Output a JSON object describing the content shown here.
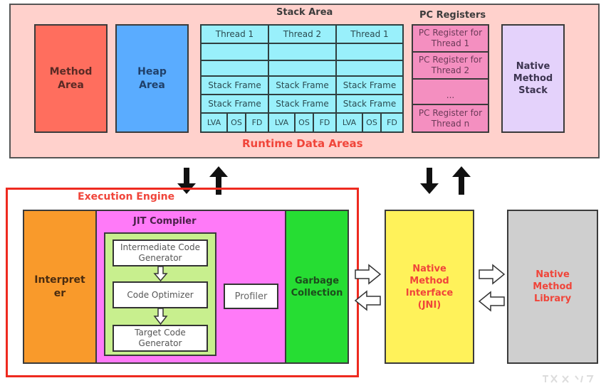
{
  "runtime_data_areas": {
    "label": "Runtime Data Areas",
    "method_area": {
      "line1": "Method",
      "line2": "Area"
    },
    "heap_area": {
      "line1": "Heap",
      "line2": "Area"
    },
    "stack_area": {
      "title": "Stack Area",
      "threads": [
        {
          "name": "Thread 1",
          "frames": [
            "Stack Frame",
            "Stack Frame"
          ],
          "frame_parts": [
            "LVA",
            "OS",
            "FD"
          ]
        },
        {
          "name": "Thread 2",
          "frames": [
            "Stack Frame",
            "Stack Frame"
          ],
          "frame_parts": [
            "LVA",
            "OS",
            "FD"
          ]
        },
        {
          "name": "Thread 1",
          "frames": [
            "Stack Frame",
            "Stack Frame"
          ],
          "frame_parts": [
            "LVA",
            "OS",
            "FD"
          ]
        }
      ]
    },
    "pc_registers": {
      "title": "PC Registers",
      "items": [
        {
          "line1": "PC Register for",
          "line2": "Thread 1"
        },
        {
          "line1": "PC Register for",
          "line2": "Thread 2"
        },
        {
          "line1": "...",
          "line2": ""
        },
        {
          "line1": "PC Register for",
          "line2": "Thread n"
        }
      ]
    },
    "native_method_stack": {
      "line1": "Native",
      "line2": "Method",
      "line3": "Stack"
    }
  },
  "execution_engine": {
    "label": "Execution Engine",
    "interpreter": {
      "line1": "Interpret",
      "line2": "er"
    },
    "jit_compiler": {
      "title": "JIT Compiler",
      "stages": [
        {
          "line1": "Intermediate Code",
          "line2": "Generator"
        },
        {
          "line1": "Code Optimizer",
          "line2": ""
        },
        {
          "line1": "Target Code",
          "line2": "Generator"
        }
      ],
      "profiler": "Profiler"
    },
    "garbage_collection": {
      "line1": "Garbage",
      "line2": "Collection"
    }
  },
  "native_method_interface": {
    "line1": "Native",
    "line2": "Method",
    "line3": "Interface",
    "line4": "(JNI)"
  },
  "native_method_library": {
    "line1": "Native",
    "line2": "Method",
    "line3": "Library"
  },
  "colors": {
    "runtime_bg": "#ffd1cc",
    "method_area": "#ff6e5e",
    "heap_area": "#5aacff",
    "stack_area": "#99f0fb",
    "pc_registers": "#f48fc0",
    "native_method_stack": "#e4d2fb",
    "interpreter": "#f99a2b",
    "jit_compiler": "#ff7af8",
    "jit_inner": "#c8ef8e",
    "garbage_collection": "#26dd33",
    "jni": "#fff25a",
    "native_library": "#cfcfcf",
    "accent_red": "#f0453a"
  }
}
